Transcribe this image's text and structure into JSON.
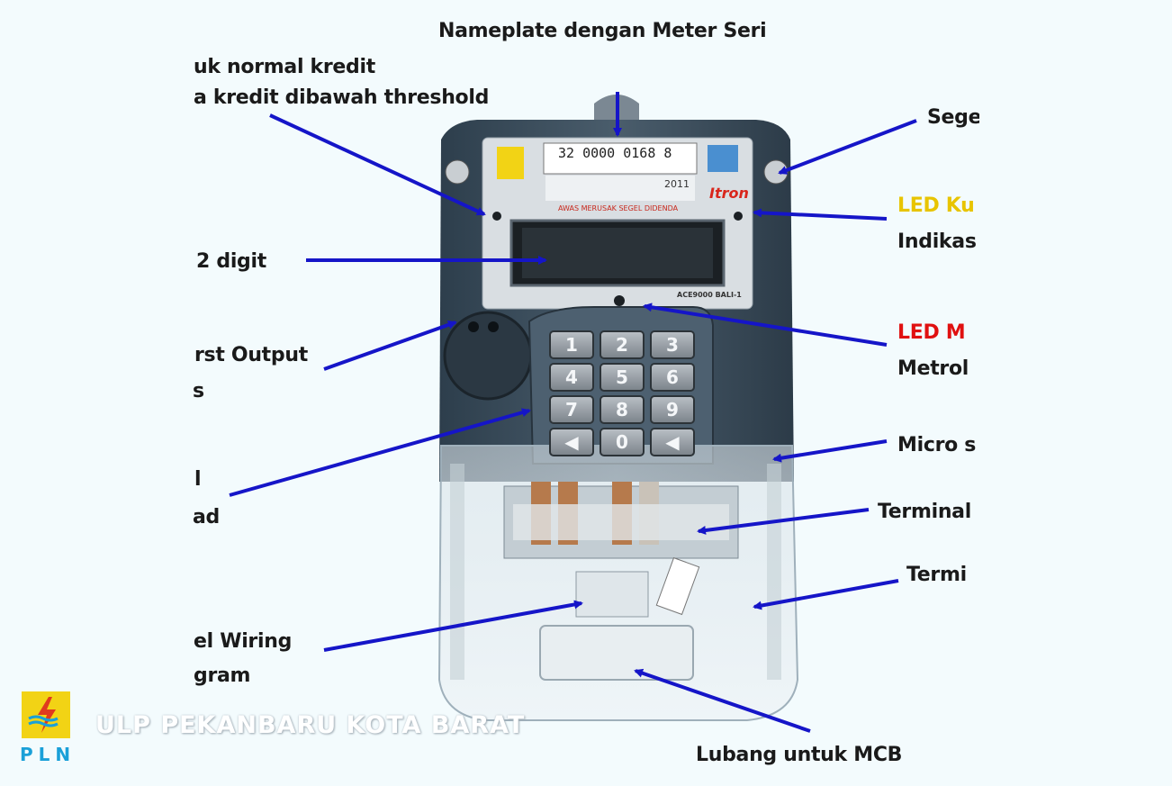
{
  "labels": {
    "top": "Nameplate dengan Meter Seri",
    "credit_1": "uk normal kredit",
    "credit_2": "a kredit dibawah threshold",
    "digit": "2 digit",
    "output_1": "rst Output",
    "output_2": "s",
    "keypad_1": "l",
    "keypad_2": "ad",
    "wiring_1": "el Wiring",
    "wiring_2": "gram",
    "segel": "Sege",
    "led_ku": "LED Ku",
    "indikas": "Indikas",
    "led_m": "LED M",
    "metrol": "Metrol",
    "micro": "Micro s",
    "terminal_1": "Terminal",
    "terminal_2": "Termi",
    "mcb": "Lubang untuk MCB"
  },
  "meter": {
    "serial": "32  0000  0168  8",
    "year": "2011",
    "brand": "Itron",
    "warning": "AWAS MERUSAK SEGEL DIDENDA",
    "model": "ACE9000 BALI-1",
    "keys": [
      "1",
      "2",
      "3",
      "4",
      "5",
      "6",
      "7",
      "8",
      "9",
      "◀",
      "0",
      "◀"
    ]
  },
  "watermark": "ULP PEKANBARU KOTA BARAT",
  "logo_text": "PLN",
  "colors": {
    "arrow": "#1515c8",
    "yellow": "#e8c400",
    "red": "#e01010",
    "pln_blue": "#1aa0d8"
  }
}
